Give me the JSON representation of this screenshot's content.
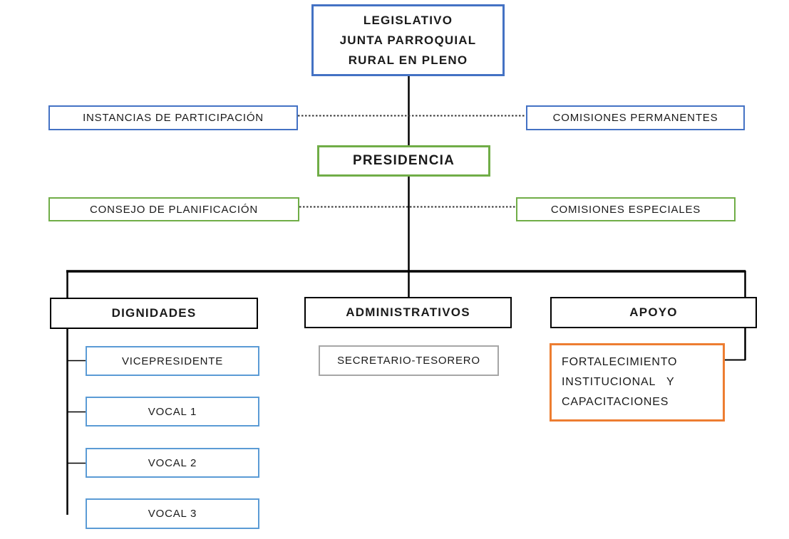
{
  "diagram": {
    "type": "org-chart",
    "language": "es",
    "colors": {
      "blue": "#4472C4",
      "green": "#70AD47",
      "black": "#000000",
      "light_blue": "#5B9BD5",
      "gray": "#A6A6A6",
      "orange": "#ED7D31",
      "connector": "#000000"
    },
    "nodes": {
      "legislativo": {
        "lines": [
          "LEGISLATIVO",
          "JUNTA PARROQUIAL",
          "RURAL EN PLENO"
        ],
        "border_color": "#4472C4",
        "bold": true
      },
      "instancias": {
        "label": "INSTANCIAS DE PARTICIPACIÓN",
        "border_color": "#4472C4"
      },
      "comisiones_permanentes": {
        "label": "COMISIONES PERMANENTES",
        "border_color": "#4472C4"
      },
      "presidencia": {
        "label": "PRESIDENCIA",
        "border_color": "#70AD47",
        "bold": true
      },
      "consejo_planificacion": {
        "label": "CONSEJO DE PLANIFICACIÓN",
        "border_color": "#70AD47"
      },
      "comisiones_especiales": {
        "label": "COMISIONES ESPECIALES",
        "border_color": "#70AD47"
      },
      "dignidades": {
        "label": "DIGNIDADES",
        "border_color": "#000000",
        "bold": true
      },
      "administrativos": {
        "label": "ADMINISTRATIVOS",
        "border_color": "#000000",
        "bold": true
      },
      "apoyo": {
        "label": "APOYO",
        "border_color": "#000000",
        "bold": true
      },
      "vicepresidente": {
        "label": "VICEPRESIDENTE",
        "border_color": "#5B9BD5"
      },
      "vocal1": {
        "label": "VOCAL 1",
        "border_color": "#5B9BD5"
      },
      "vocal2": {
        "label": "VOCAL 2",
        "border_color": "#5B9BD5"
      },
      "vocal3": {
        "label": "VOCAL 3",
        "border_color": "#5B9BD5"
      },
      "secretario_tesorero": {
        "label": "SECRETARIO-TESORERO",
        "border_color": "#A6A6A6"
      },
      "fortalecimiento": {
        "lines": [
          "FORTALECIMIENTO",
          "INSTITUCIONAL   Y",
          "CAPACITACIONES"
        ],
        "border_color": "#ED7D31"
      }
    },
    "edges": [
      {
        "from": "legislativo",
        "to": "presidencia",
        "style": "solid"
      },
      {
        "from": "instancias",
        "to": "comisiones_permanentes",
        "style": "dotted"
      },
      {
        "from": "consejo_planificacion",
        "to": "comisiones_especiales",
        "style": "dotted"
      },
      {
        "from": "presidencia",
        "to": "dignidades",
        "style": "solid"
      },
      {
        "from": "presidencia",
        "to": "administrativos",
        "style": "solid"
      },
      {
        "from": "presidencia",
        "to": "apoyo",
        "style": "solid"
      },
      {
        "from": "dignidades-rail",
        "to": "vicepresidente",
        "style": "solid"
      },
      {
        "from": "dignidades-rail",
        "to": "vocal1",
        "style": "solid"
      },
      {
        "from": "dignidades-rail",
        "to": "vocal2",
        "style": "solid"
      },
      {
        "from": "apoyo-rail",
        "to": "fortalecimiento",
        "style": "solid"
      }
    ]
  }
}
